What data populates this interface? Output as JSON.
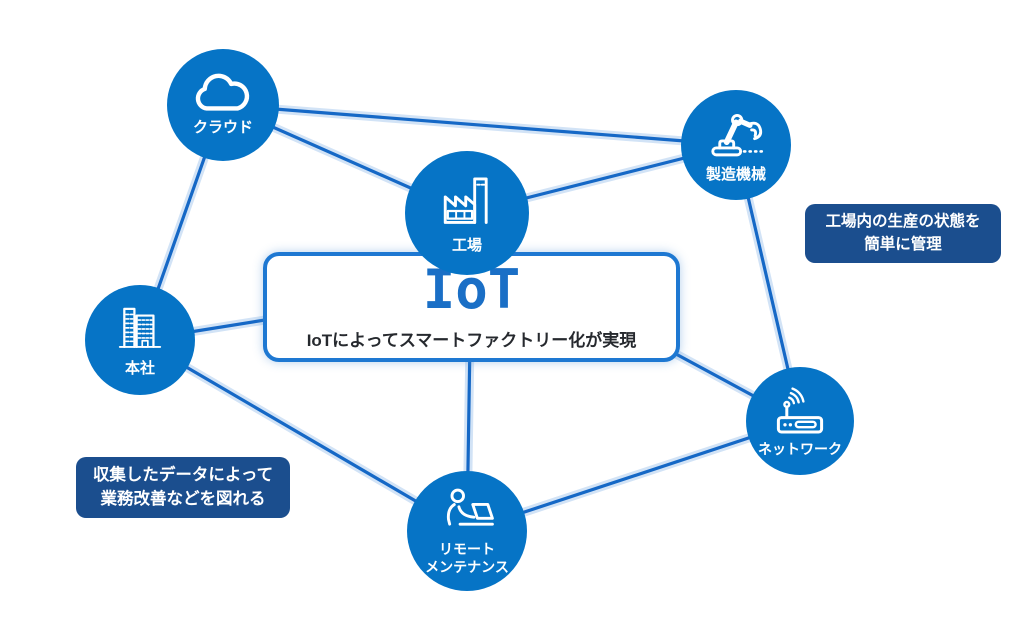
{
  "colors": {
    "node_fill": "#0674c6",
    "edge": "#1568c6",
    "edge_glow": "#aecdf0",
    "box_border": "#1e78d2",
    "iot_title_color": "#1a6fc6",
    "subtitle_color": "#26292e",
    "callout_bg": "#1b4e8e",
    "callout_text": "#ffffff"
  },
  "iot_box": {
    "title": "IoT",
    "subtitle": "IoTによってスマートファクトリー化が実現"
  },
  "nodes": [
    {
      "id": "cloud",
      "label": "クラウド",
      "icon": "cloud-icon"
    },
    {
      "id": "machinery",
      "label": "製造機械",
      "icon": "robot-arm-icon"
    },
    {
      "id": "factory",
      "label": "工場",
      "icon": "factory-icon"
    },
    {
      "id": "headquarters",
      "label": "本社",
      "icon": "building-icon"
    },
    {
      "id": "network",
      "label": "ネットワーク",
      "icon": "router-icon"
    },
    {
      "id": "remote-maintenance",
      "label_line1": "リモート",
      "label_line2": "メンテナンス",
      "icon": "person-laptop-icon"
    }
  ],
  "callouts": [
    {
      "id": "production",
      "line1": "工場内の生産の状態を",
      "line2": "簡単に管理"
    },
    {
      "id": "data-improvement",
      "line1": "収集したデータによって",
      "line2": "業務改善などを図れる"
    }
  ],
  "connections": [
    {
      "from": "クラウド",
      "to": "製造機械"
    },
    {
      "from": "クラウド",
      "to": "工場"
    },
    {
      "from": "クラウド",
      "to": "本社"
    },
    {
      "from": "工場",
      "to": "製造機械"
    },
    {
      "from": "本社",
      "to": "IoT"
    },
    {
      "from": "本社",
      "to": "リモートメンテナンス"
    },
    {
      "from": "IoT",
      "to": "リモートメンテナンス"
    },
    {
      "from": "IoT",
      "to": "ネットワーク"
    },
    {
      "from": "製造機械",
      "to": "ネットワーク"
    },
    {
      "from": "リモートメンテナンス",
      "to": "ネットワーク"
    }
  ]
}
